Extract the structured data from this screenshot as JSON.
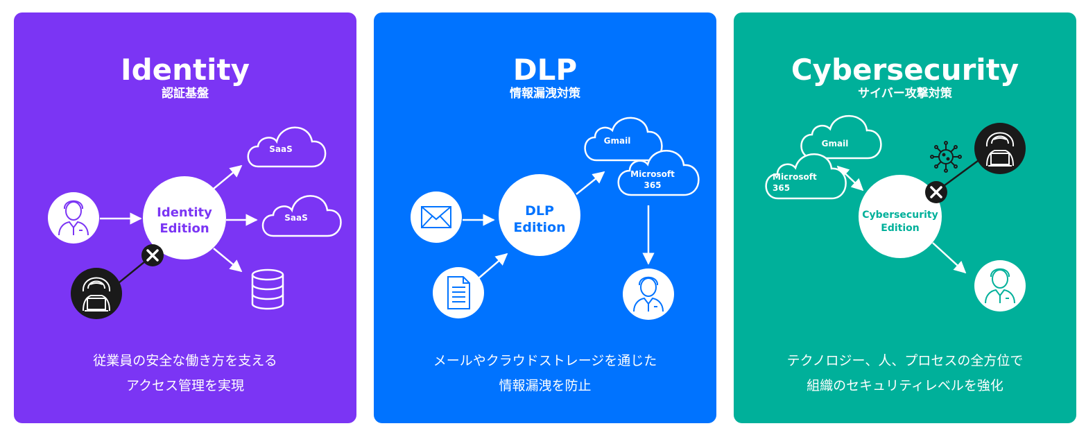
{
  "colors": {
    "identity": "#7b35f4",
    "dlp": "#0073ff",
    "cyber": "#00b09a",
    "dark": "#1a1a1a"
  },
  "cards": [
    {
      "title": "Identity",
      "subtitle": "認証基盤",
      "center_line1": "Identity",
      "center_line2": "Edition",
      "cloud1": "SaaS",
      "cloud2": "SaaS",
      "desc_line1": "従業員の安全な働き方を支える",
      "desc_line2": "アクセス管理を実現"
    },
    {
      "title": "DLP",
      "subtitle": "情報漏洩対策",
      "center_line1": "DLP",
      "center_line2": "Edition",
      "cloud1": "Gmail",
      "cloud2_line1": "Microsoft",
      "cloud2_line2": "365",
      "desc_line1": "メールやクラウドストレージを通じた",
      "desc_line2": "情報漏洩を防止"
    },
    {
      "title": "Cybersecurity",
      "subtitle": "サイバー攻撃対策",
      "center_line1": "Cybersecurity",
      "center_line2": "Edition",
      "cloud1": "Gmail",
      "cloud2_line1": "Microsoft",
      "cloud2_line2": "365",
      "desc_line1": "テクノロジー、人、プロセスの全方位で",
      "desc_line2": "組織のセキュリティレベルを強化"
    }
  ]
}
